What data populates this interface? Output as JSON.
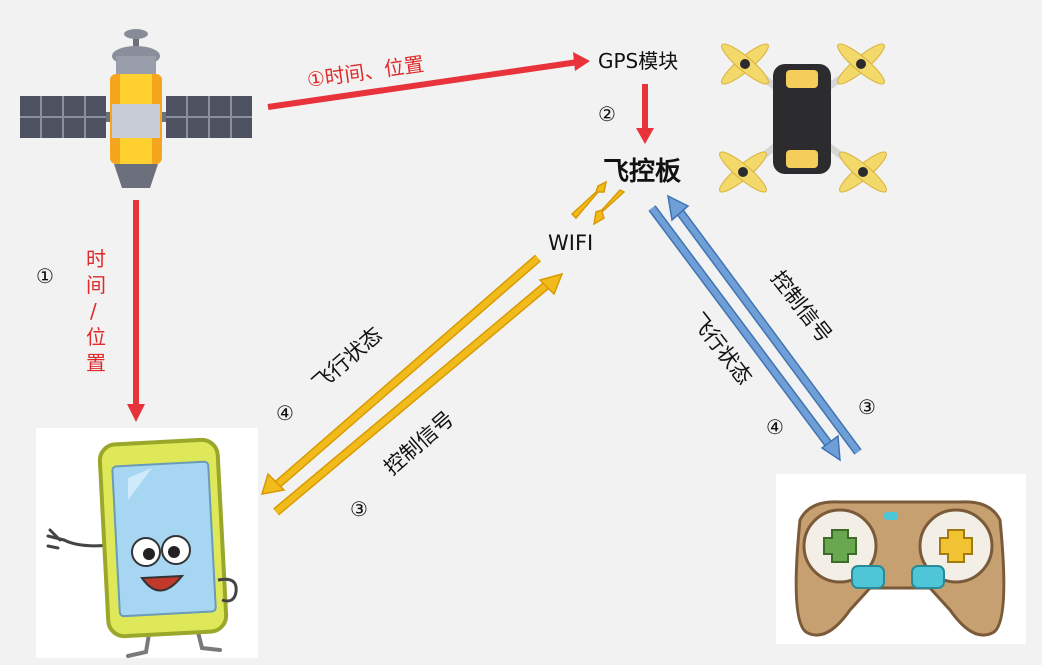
{
  "colors": {
    "background": "#f2f2f2",
    "gps_arrow": "#e8333a",
    "gps_text": "#e02a2a",
    "wifi_arrow": "#f2bb1c",
    "wifi_arrow_edge": "#d99a00",
    "rc_arrow": "#6f9fd6",
    "rc_arrow_edge": "#3f74b3",
    "label_text": "#111111"
  },
  "nodes": {
    "gps_module": "GPS模块",
    "flight_controller": "飞控板",
    "wifi": "WIFI"
  },
  "labels": {
    "satellite_to_gps": "①时间、位置",
    "satellite_to_phone_num": "①",
    "satellite_to_phone_text_1": "时",
    "satellite_to_phone_text_2": "间",
    "satellite_to_phone_text_3": "/",
    "satellite_to_phone_text_4": "位",
    "satellite_to_phone_text_5": "置",
    "gps_to_fc_num": "②",
    "phone_flight_status": "飞行状态",
    "phone_flight_status_num": "④",
    "phone_control_signal": "控制信号",
    "phone_control_signal_num": "③",
    "rc_control_signal": "控制信号",
    "rc_control_signal_num": "③",
    "rc_flight_status": "飞行状态",
    "rc_flight_status_num": "④"
  },
  "icons": {
    "satellite": "satellite-icon",
    "drone": "drone-icon",
    "phone": "smartphone-character-icon",
    "controller": "game-controller-icon"
  }
}
